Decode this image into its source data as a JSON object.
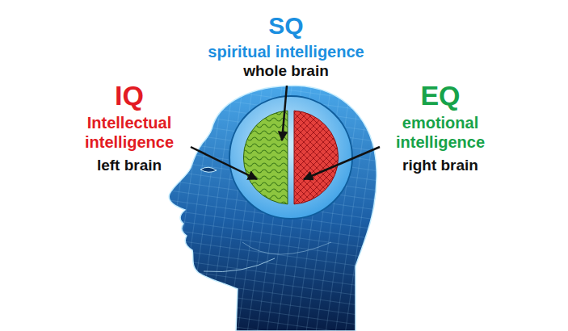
{
  "diagram": {
    "labels": [
      "SQ",
      "spiritual intelligence",
      "whole brain",
      "IQ",
      "Intellectual intelligence",
      "left brain",
      "EQ",
      "emotional intelligence",
      "right brain"
    ]
  }
}
